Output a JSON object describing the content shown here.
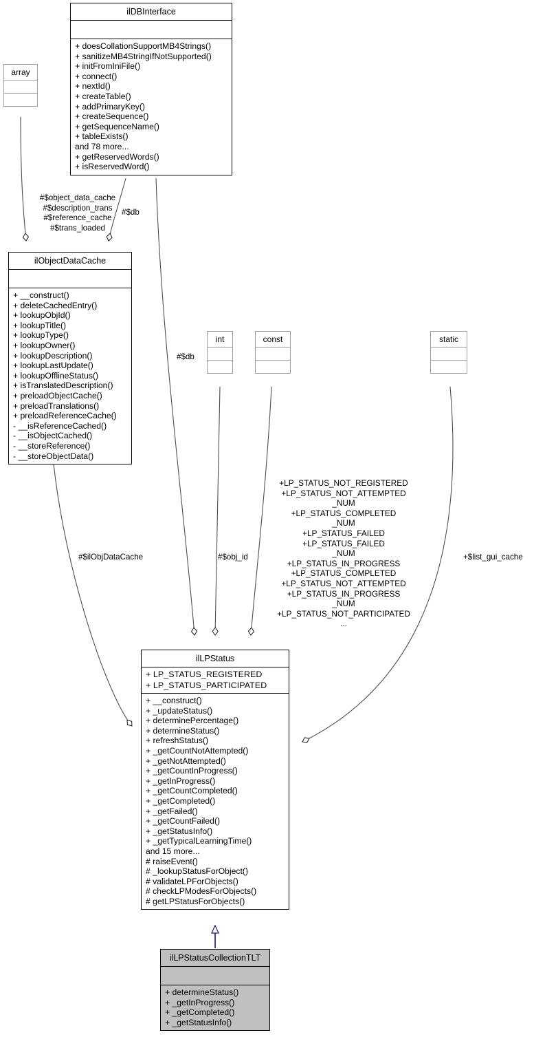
{
  "diagram": {
    "kind": "uml-class-diagram",
    "background": "#ffffff",
    "line_color": "#4d4d4d",
    "inherit_color": "#191970",
    "fill_highlight": "#c0c0c0"
  },
  "classes": {
    "ilDBInterface": {
      "name": "ilDBInterface",
      "attributes": [],
      "operations": [
        "+ doesCollationSupportMB4Strings()",
        "+ sanitizeMB4StringIfNotSupported()",
        "+ initFromIniFile()",
        "+ connect()",
        "+ nextId()",
        "+ createTable()",
        "+ addPrimaryKey()",
        "+ createSequence()",
        "+ getSequenceName()",
        "+ tableExists()",
        "and 78 more...",
        "+ getReservedWords()",
        "+ isReservedWord()"
      ]
    },
    "array": {
      "name": "array",
      "attributes": [],
      "operations": []
    },
    "ilObjectDataCache": {
      "name": "ilObjectDataCache",
      "attributes": [],
      "operations": [
        "+ __construct()",
        "+ deleteCachedEntry()",
        "+ lookupObjId()",
        "+ lookupTitle()",
        "+ lookupType()",
        "+ lookupOwner()",
        "+ lookupDescription()",
        "+ lookupLastUpdate()",
        "+ lookupOfflineStatus()",
        "+ isTranslatedDescription()",
        "+ preloadObjectCache()",
        "+ preloadTranslations()",
        "+ preloadReferenceCache()",
        "- __isReferenceCached()",
        "- __isObjectCached()",
        "- __storeReference()",
        "- __storeObjectData()"
      ]
    },
    "int": {
      "name": "int",
      "attributes": [],
      "operations": []
    },
    "const": {
      "name": "const",
      "attributes": [],
      "operations": []
    },
    "static": {
      "name": "static",
      "attributes": [],
      "operations": []
    },
    "ilLPStatus": {
      "name": "ilLPStatus",
      "attributes": [
        "+ LP_STATUS_REGISTERED",
        "+ LP_STATUS_PARTICIPATED"
      ],
      "operations": [
        "+ __construct()",
        "+ _updateStatus()",
        "+ determinePercentage()",
        "+ determineStatus()",
        "+ refreshStatus()",
        "+ _getCountNotAttempted()",
        "+ _getNotAttempted()",
        "+ _getCountInProgress()",
        "+ _getInProgress()",
        "+ _getCountCompleted()",
        "+ _getCompleted()",
        "+ _getFailed()",
        "+ _getCountFailed()",
        "+ _getStatusInfo()",
        "+ _getTypicalLearningTime()",
        "and 15 more...",
        "# raiseEvent()",
        "# _lookupStatusForObject()",
        "# validateLPForObjects()",
        "# checkLPModesForObjects()",
        "# getLPStatusForObjects()"
      ]
    },
    "ilLPStatusCollectionTLT": {
      "name": "ilLPStatusCollectionTLT",
      "attributes": [],
      "operations": [
        "+ determineStatus()",
        "+ _getInProgress()",
        "+ _getCompleted()",
        "+ _getStatusInfo()"
      ]
    }
  },
  "edge_labels": {
    "object_data_cache": "#$object_data_cache\n#$description_trans\n#$reference_cache\n#$trans_loaded",
    "db_top": "#$db",
    "db_mid": "#$db",
    "il_obj_data_cache": "#$ilObjDataCache",
    "obj_id": "#$obj_id",
    "list_gui_cache": "+$list_gui_cache",
    "const_list": "+LP_STATUS_NOT_REGISTERED\n+LP_STATUS_NOT_ATTEMPTED\n_NUM\n+LP_STATUS_COMPLETED\n_NUM\n+LP_STATUS_FAILED\n+LP_STATUS_FAILED\n_NUM\n+LP_STATUS_IN_PROGRESS\n+LP_STATUS_COMPLETED\n+LP_STATUS_NOT_ATTEMPTED\n+LP_STATUS_IN_PROGRESS\n_NUM\n+LP_STATUS_NOT_PARTICIPATED\n..."
  }
}
